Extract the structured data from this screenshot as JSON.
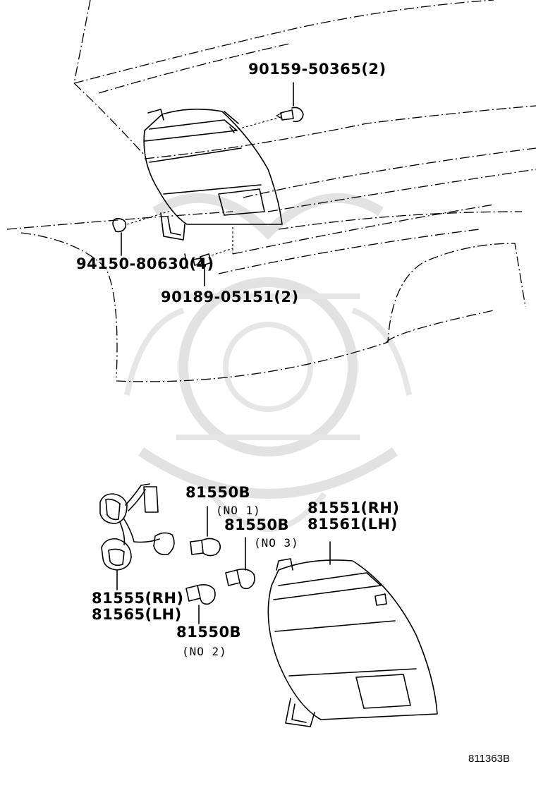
{
  "diagram_code": "811363B",
  "callouts": {
    "screw": {
      "part": "90159-50365(2)"
    },
    "clip": {
      "part": "94150-80630(4)"
    },
    "nut": {
      "part": "90189-05151(2)"
    },
    "bulb_no1": {
      "part": "81550B",
      "note": "(NO 1)"
    },
    "bulb_no3": {
      "part": "81550B",
      "note": "(NO 3)"
    },
    "bulb_no2": {
      "part": "81550B",
      "note": "(NO 2)"
    },
    "lamp_assy": {
      "part_rh": "81551(RH)",
      "part_lh": "81561(LH)"
    },
    "socket_wire": {
      "part_rh": "81555(RH)",
      "part_lh": "81565(LH)"
    }
  }
}
